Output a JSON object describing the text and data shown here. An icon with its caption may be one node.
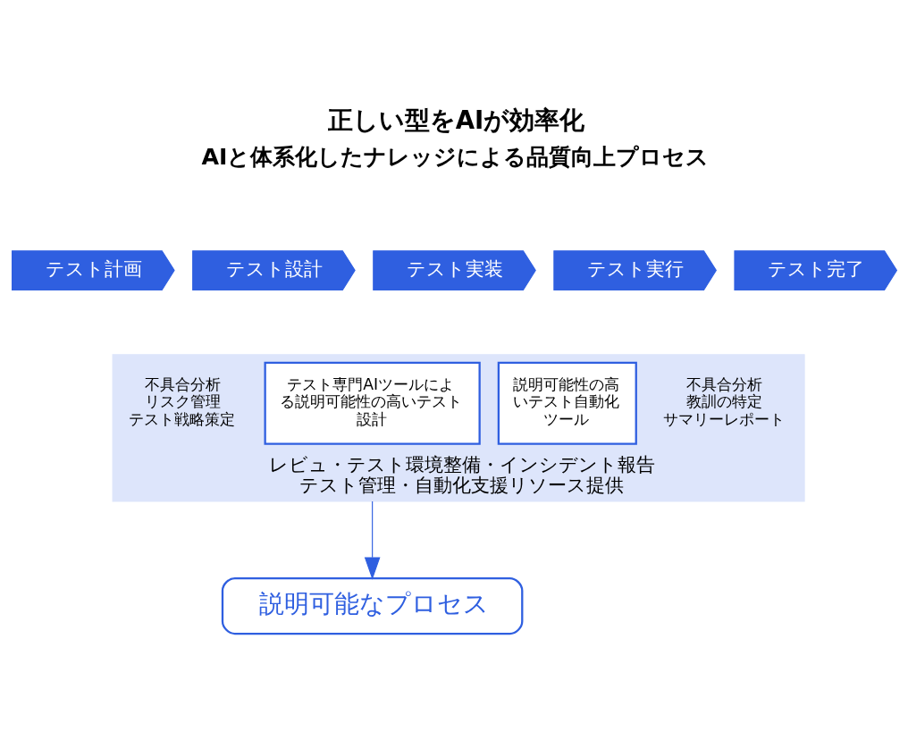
{
  "diagram": {
    "title": "正しい型をAIが効率化",
    "nodes": [
      {
        "text": [
          "テスト計画"
        ]
      },
      {
        "text": [
          "テスト設計"
        ]
      },
      {
        "text": [
          "テスト実装"
        ]
      },
      {
        "text": [
          "テスト実行"
        ]
      },
      {
        "text": [
          "テスト完了"
        ]
      },
      {
        "text": [
          "レビュ・テスト環境整備・インシデント報告",
          "テスト管理・自動化支援リソース提供"
        ]
      },
      {
        "text": [
          "テスト専門AIツールによる説明可能性の高いテスト設計"
        ],
        "in": 5
      },
      {
        "text": [
          "説明可能性の高いテスト自動化ツール"
        ],
        "in": 5
      },
      {
        "text": [
          "説明可能なプロセス"
        ]
      }
    ],
    "edges": [
      {
        "from": 5,
        "to": 8,
        "arrow": "to"
      }
    ],
    "labels": [
      "AIと体系化したナレッジによる品質向上プロセス",
      "不具合分析",
      "リスク管理",
      "テスト戦略策定",
      "不具合分析",
      "教訓の特定",
      "サマリーレポート"
    ]
  }
}
